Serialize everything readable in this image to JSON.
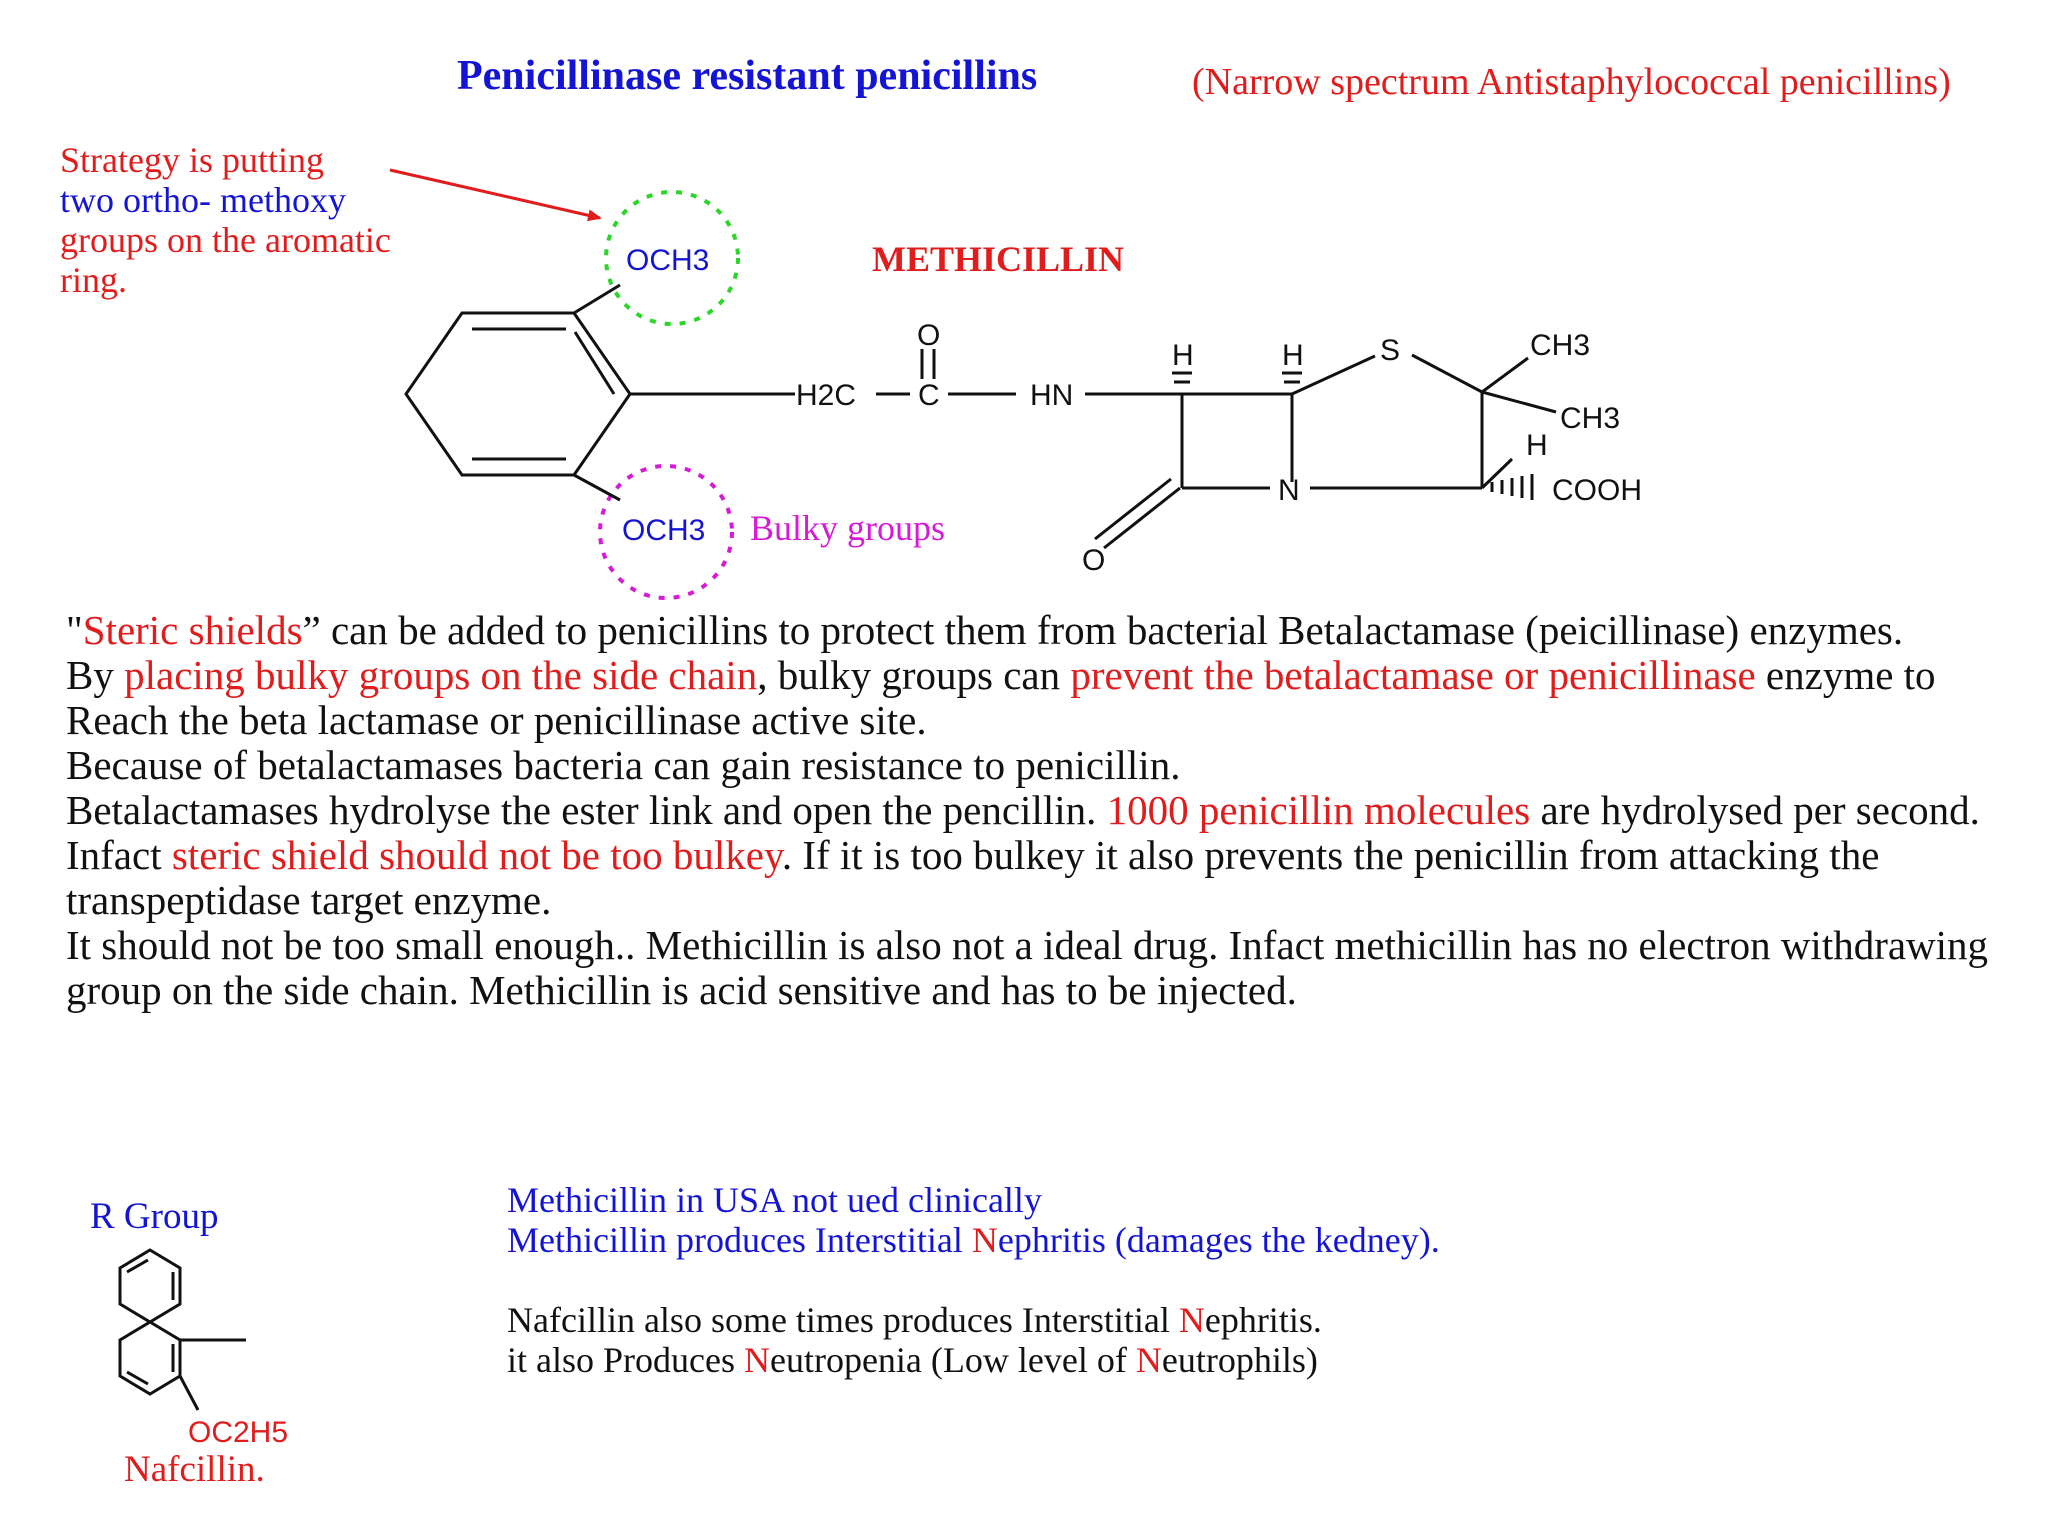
{
  "title": "Penicillinase resistant penicillins",
  "subtitle": "(Narrow spectrum Antistaphylococcal penicillins)",
  "strategy": {
    "part1": "Strategy is  putting",
    "part2": "two ortho- methoxy",
    "part3": "groups on the aromatic",
    "part4": "ring."
  },
  "molecule": {
    "name": "METHICILLIN",
    "labels": {
      "och3_top": "OCH3",
      "och3_bottom": "OCH3",
      "bulky_groups": "Bulky groups",
      "h2c": "H2C",
      "c": "C",
      "o_carbonyl": "O",
      "hn": "HN",
      "h1": "H",
      "h2": "H",
      "s": "S",
      "ch3_top": "CH3",
      "ch3_bottom": "CH3",
      "h3": "H",
      "cooh": "COOH",
      "n": "N",
      "o_lactam": "O"
    }
  },
  "paragraphs": {
    "p1_a": "\"",
    "p1_b": "Steric shields",
    "p1_c": "” can be added to penicillins to protect them from bacterial Betalactamase (peicillinase) enzymes.",
    "p2_a": "By ",
    "p2_b": "placing bulky groups on the side chain",
    "p2_c": ", bulky groups can  ",
    "p2_d": "prevent the betalactamase or penicillinase",
    "p2_e": " enzyme to Reach the  beta lactamase or penicillinase active site.",
    "p3": "Because of betalactamases bacteria can gain resistance to penicillin.",
    "p4_a": "Betalactamases hydrolyse the ester link and open the pencillin. ",
    "p4_b": "1000  penicillin molecules",
    "p4_c": " are hydrolysed per second.",
    "p5_a": "Infact ",
    "p5_b": "steric shield should not be too bulkey",
    "p5_c": ". If it is too bulkey  it also prevents the penicillin from attacking the transpeptidase target enzyme.",
    "p6": "It should not be too small enough.. Methicillin is also not a ideal drug.  Infact methicillin has no electron withdrawing group on the side chain. Methicillin  is acid sensitive and has to be injected."
  },
  "r_group": {
    "title": "R Group",
    "substituent": "OC2H5",
    "name": "Nafcillin."
  },
  "notes": {
    "n1": "Methicillin in USA not ued clinically",
    "n2_a": "Methicillin produces Interstitial ",
    "n2_b": "N",
    "n2_c": "ephritis (damages the kedney).",
    "n3_a": "Nafcillin also some times produces Interstitial ",
    "n3_b": "N",
    "n3_c": "ephritis.",
    "n4_a": "it also Produces ",
    "n4_b": "N",
    "n4_c": "eutropenia (Low level of ",
    "n4_d": "N",
    "n4_e": "eutrophils)"
  },
  "colors": {
    "blue": "#1414d4",
    "red": "#e11c1c",
    "magenta": "#d61ad6",
    "green": "#2bd62b",
    "black": "#111111"
  }
}
